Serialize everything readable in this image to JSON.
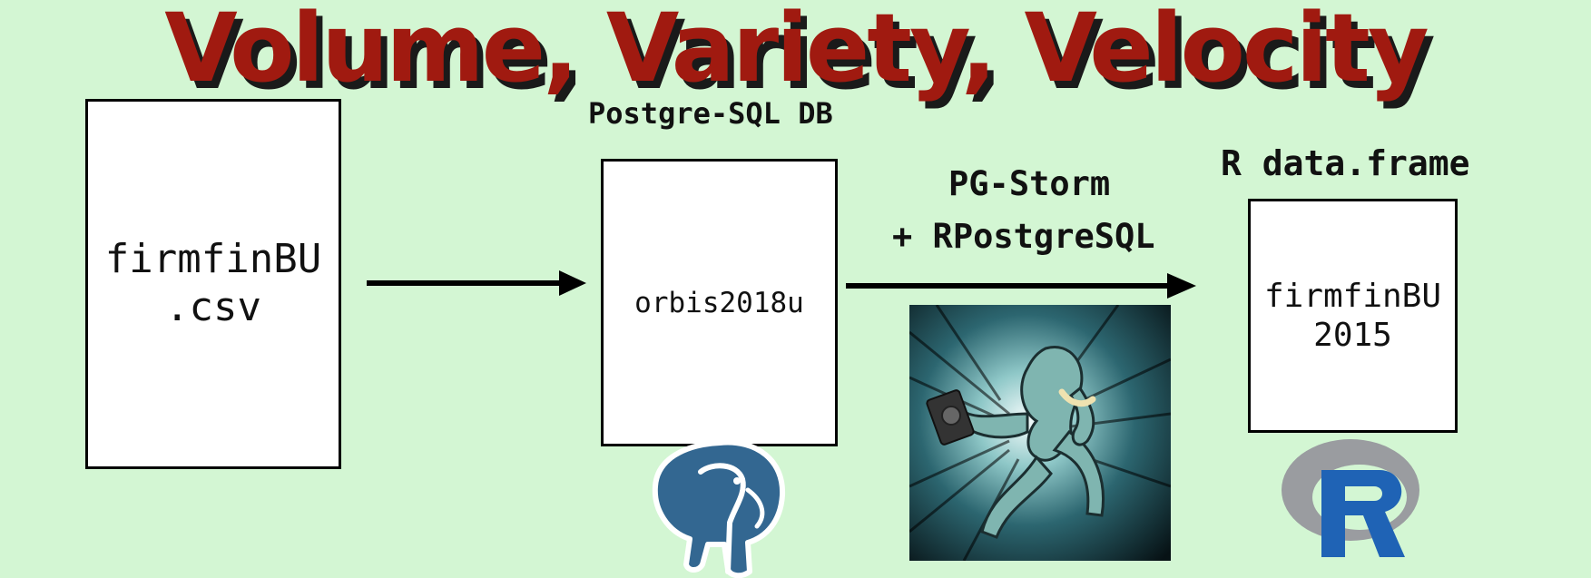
{
  "title": "Volume, Variety, Velocity",
  "nodes": {
    "source_file": "firmfinBU\n.csv",
    "database": {
      "caption": "Postgre-SQL DB",
      "table": "orbis2018u"
    },
    "transfer": {
      "line1": "PG-Storm",
      "line2": "+ RPostgreSQL"
    },
    "dataframe": {
      "caption": "R data.frame",
      "name": "firmfinBU\n2015"
    }
  },
  "logos": {
    "postgres": "postgresql-elephant-logo",
    "pgstorm": "pg-storm-running-elephant-image",
    "r": "r-language-logo"
  },
  "colors": {
    "background": "#d3f6d3",
    "title": "#a01a10",
    "postgres_blue": "#336791",
    "r_blue": "#1f63b5",
    "r_ring": "#9a9ca0"
  }
}
